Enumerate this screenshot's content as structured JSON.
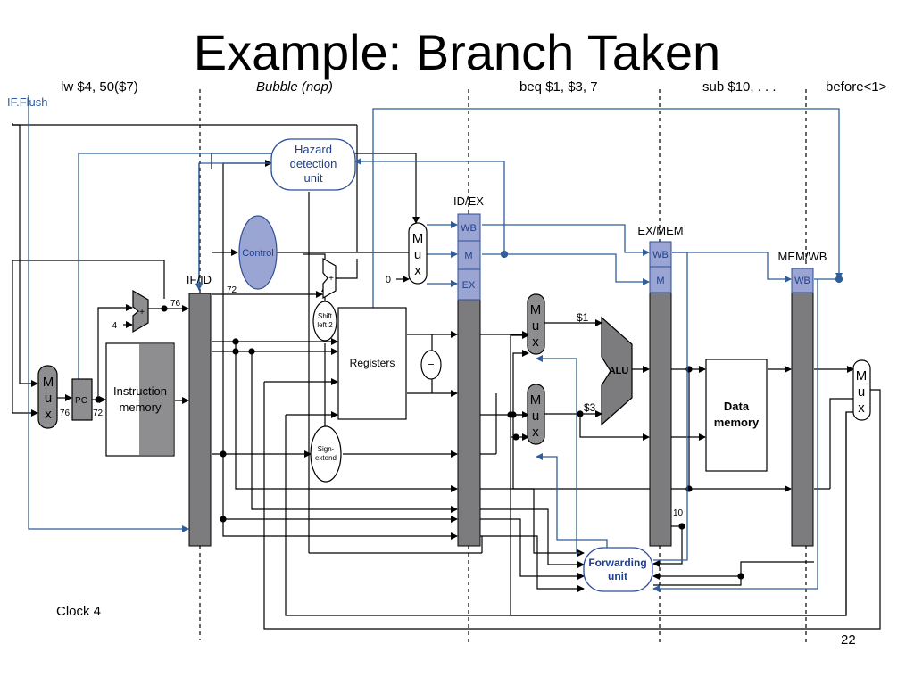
{
  "slide": {
    "title": "Example: Branch Taken",
    "slide_number": "22",
    "clock_label": "Clock 4",
    "if_flush_label": "IF.Flush"
  },
  "stages": {
    "if": "lw $4, 50($7)",
    "id": "Bubble (nop)",
    "ex": "beq $1, $3, 7",
    "mem": "sub $10, . . .",
    "wb": "before<1>"
  },
  "pipeline_registers": {
    "if_id": "IF/ID",
    "id_ex": "ID/EX",
    "ex_mem": "EX/MEM",
    "mem_wb": "MEM/WB"
  },
  "control_fields": {
    "wb": "WB",
    "m": "M",
    "ex": "EX"
  },
  "units": {
    "hazard_line1": "Hazard",
    "hazard_line2": "detection",
    "hazard_line3": "unit",
    "control": "Control",
    "shift_line1": "Shift",
    "shift_line2": "left 2",
    "sign_line1": "Sign-",
    "sign_line2": "extend",
    "registers": "Registers",
    "equal": "=",
    "alu": "ALU",
    "plus": "+",
    "dmem_line1": "Data",
    "dmem_line2": "memory",
    "imem_line1": "Instruction",
    "imem_line2": "memory",
    "pc": "PC",
    "fwd_line1": "Forwarding",
    "fwd_line2": "unit",
    "mux_m": "M",
    "mux_u": "u",
    "mux_x": "x"
  },
  "values": {
    "pc_input": "76",
    "pc_output": "72",
    "pc_plus": "76",
    "if_id_pc": "72",
    "four": "4",
    "zero": "0",
    "reg1": "$1",
    "reg3": "$3",
    "ex_mem_rd": "10"
  },
  "colors": {
    "blue_box_fill": "#9aa5d4",
    "blue_box_stroke": "#2f4f9a",
    "blue_line": "#2f5e9a",
    "control_fill": "#9aa5d4",
    "register_gray": "#7c7c7e",
    "mux_gray": "#8e8e90"
  }
}
